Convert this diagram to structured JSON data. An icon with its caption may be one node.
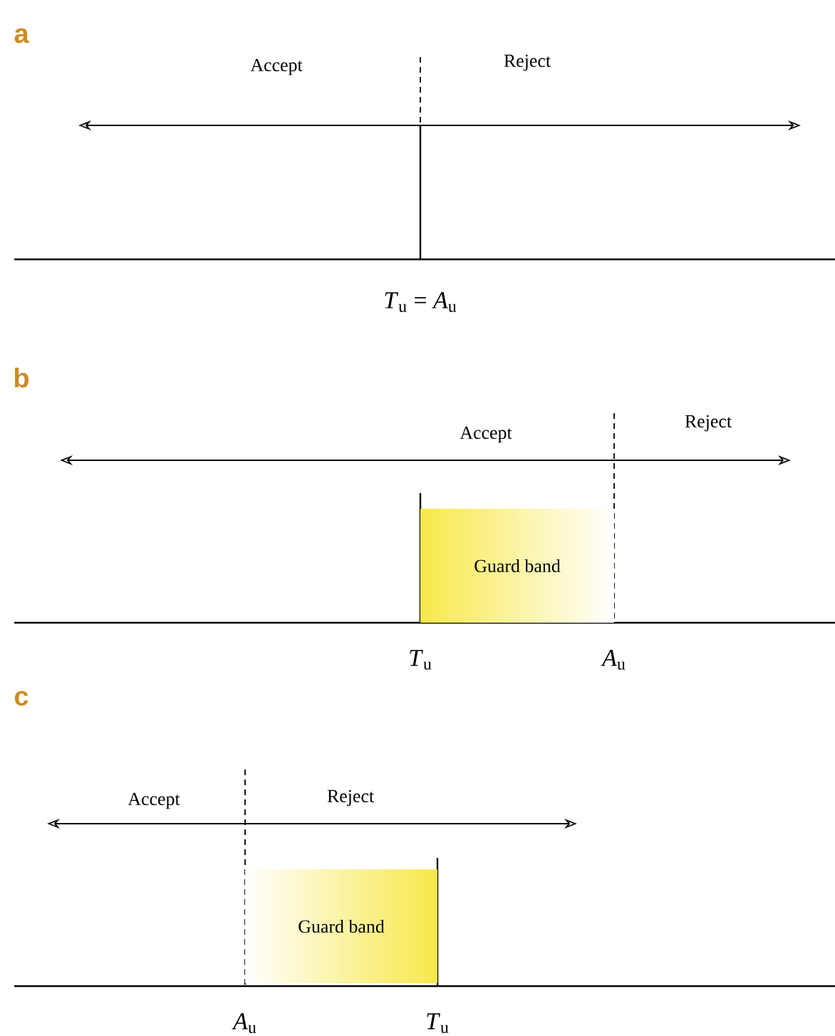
{
  "diagram": {
    "nodes": [
      {
        "text": [
          "Guard band"
        ]
      },
      {
        "text": [
          "Guard band"
        ]
      }
    ],
    "labels": [
      "a",
      "Accept",
      "Reject",
      "*T*$_{u}$ = *A*$_{u}$",
      "b",
      "Accept",
      "Reject",
      "*T*$_{u}$",
      "*A*$_{u}$",
      "c",
      "Accept",
      "Reject",
      "*A*$_{u}$",
      "*T*$_{u}$"
    ]
  }
}
